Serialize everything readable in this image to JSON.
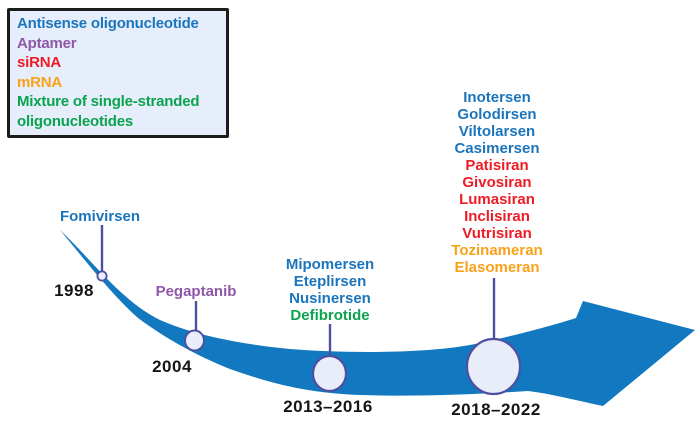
{
  "categories": {
    "antisense": {
      "label": "Antisense oligonucleotide",
      "color": "#1b75bc"
    },
    "aptamer": {
      "label": "Aptamer",
      "color": "#8e57a8"
    },
    "sirna": {
      "label": "siRNA",
      "color": "#ed1c24"
    },
    "mrna": {
      "label": "mRNA",
      "color": "#f9a11b"
    },
    "mixture": {
      "label": "Mixture of single-stranded oligonucleotides",
      "color": "#0ba34e"
    }
  },
  "legend": {
    "items": [
      {
        "category": "antisense"
      },
      {
        "category": "aptamer"
      },
      {
        "category": "sirna"
      },
      {
        "category": "mrna"
      },
      {
        "category": "mixture"
      }
    ]
  },
  "timeline": {
    "arrow_color": "#1278bf",
    "node_fill": "#e9edfa",
    "node_stroke": "#4d4fa0",
    "milestones": [
      {
        "year": "1998",
        "drugs": [
          {
            "name": "Fomivirsen",
            "category": "antisense"
          }
        ]
      },
      {
        "year": "2004",
        "drugs": [
          {
            "name": "Pegaptanib",
            "category": "aptamer"
          }
        ]
      },
      {
        "year": "2013–2016",
        "drugs": [
          {
            "name": "Mipomersen",
            "category": "antisense"
          },
          {
            "name": "Eteplirsen",
            "category": "antisense"
          },
          {
            "name": "Nusinersen",
            "category": "antisense"
          },
          {
            "name": "Defibrotide",
            "category": "mixture"
          }
        ]
      },
      {
        "year": "2018–2022",
        "drugs": [
          {
            "name": "Inotersen",
            "category": "antisense"
          },
          {
            "name": "Golodirsen",
            "category": "antisense"
          },
          {
            "name": "Viltolarsen",
            "category": "antisense"
          },
          {
            "name": "Casimersen",
            "category": "antisense"
          },
          {
            "name": "Patisiran",
            "category": "sirna"
          },
          {
            "name": "Givosiran",
            "category": "sirna"
          },
          {
            "name": "Lumasiran",
            "category": "sirna"
          },
          {
            "name": "Inclisiran",
            "category": "sirna"
          },
          {
            "name": "Vutrisiran",
            "category": "sirna"
          },
          {
            "name": "Tozinameran",
            "category": "mrna"
          },
          {
            "name": "Elasomeran",
            "category": "mrna"
          }
        ]
      }
    ]
  }
}
